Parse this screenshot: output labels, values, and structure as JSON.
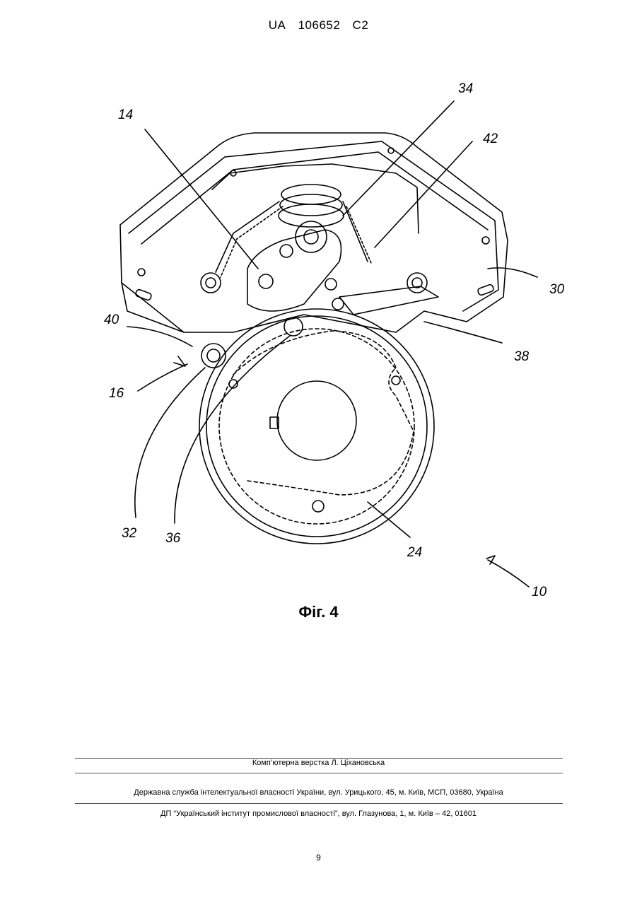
{
  "header": {
    "country": "UA",
    "patent_number": "106652",
    "kind_code": "C2"
  },
  "figure": {
    "labels": [
      "14",
      "34",
      "42",
      "30",
      "40",
      "38",
      "16",
      "32",
      "36",
      "24",
      "10"
    ],
    "caption": "Фіг. 4"
  },
  "footer": {
    "typesetting": "Комп’ютерна верстка Л. Ціхановська",
    "agency": "Державна служба інтелектуальної власності України, вул. Урицького, 45, м. Київ, МСП, 03680, Україна",
    "institute": "ДП “Український інститут промислової власності”, вул. Глазунова, 1, м. Київ – 42, 01601"
  },
  "page_number": "9"
}
